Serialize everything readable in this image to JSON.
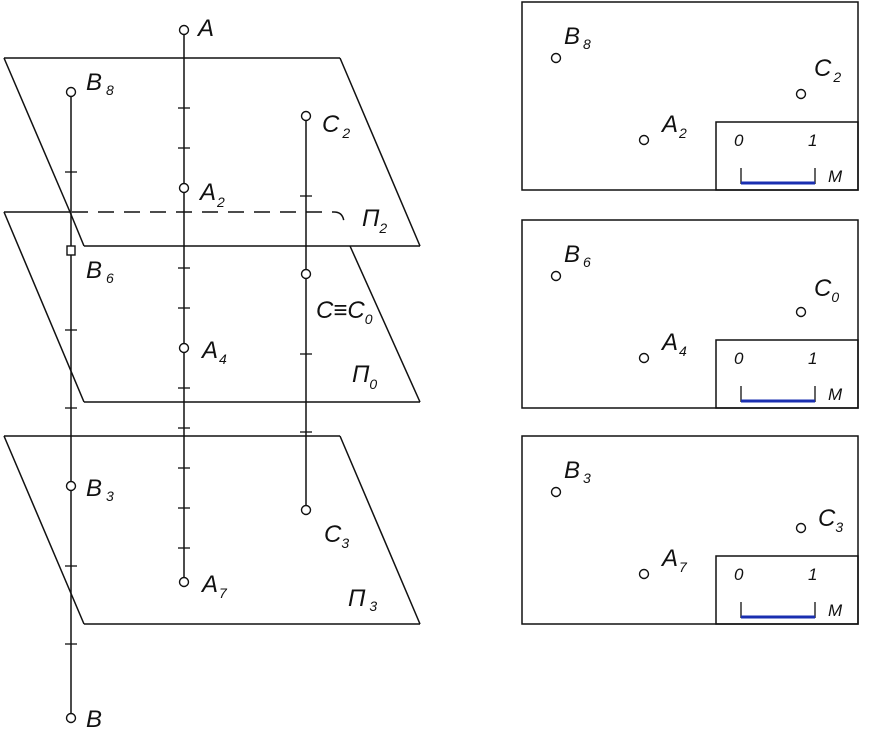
{
  "labels": {
    "A": "A",
    "B": "B",
    "A2": {
      "main": "A",
      "sub": "2"
    },
    "A4": {
      "main": "A",
      "sub": "4"
    },
    "A7": {
      "main": "A",
      "sub": "7"
    },
    "B8": {
      "main": "B",
      "sub": "8"
    },
    "B6": {
      "main": "B",
      "sub": "6"
    },
    "B3": {
      "main": "B",
      "sub": "3"
    },
    "C2": {
      "main": "C",
      "sub": "2"
    },
    "CC0": {
      "main": "C≡C",
      "sub": "0"
    },
    "C3": {
      "main": "C",
      "sub": "3"
    },
    "P2": {
      "main": "П",
      "sub": "2"
    },
    "P0": {
      "main": "П",
      "sub": "0"
    },
    "P3": {
      "main": "П",
      "sub": "3"
    }
  },
  "panels": [
    {
      "b": {
        "main": "B",
        "sub": "8"
      },
      "a": {
        "main": "A",
        "sub": "2"
      },
      "c": {
        "main": "C",
        "sub": "2"
      },
      "scale": {
        "zero": "0",
        "one": "1",
        "unit": "М"
      }
    },
    {
      "b": {
        "main": "B",
        "sub": "6"
      },
      "a": {
        "main": "A",
        "sub": "4"
      },
      "c": {
        "main": "C",
        "sub": "0"
      },
      "scale": {
        "zero": "0",
        "one": "1",
        "unit": "М"
      }
    },
    {
      "b": {
        "main": "B",
        "sub": "3"
      },
      "a": {
        "main": "A",
        "sub": "7"
      },
      "c": {
        "main": "C",
        "sub": "3"
      },
      "scale": {
        "zero": "0",
        "one": "1",
        "unit": "М"
      }
    }
  ],
  "colors": {
    "line": "#111111",
    "scale_bar": "#1a2fb0",
    "background": "#ffffff"
  }
}
